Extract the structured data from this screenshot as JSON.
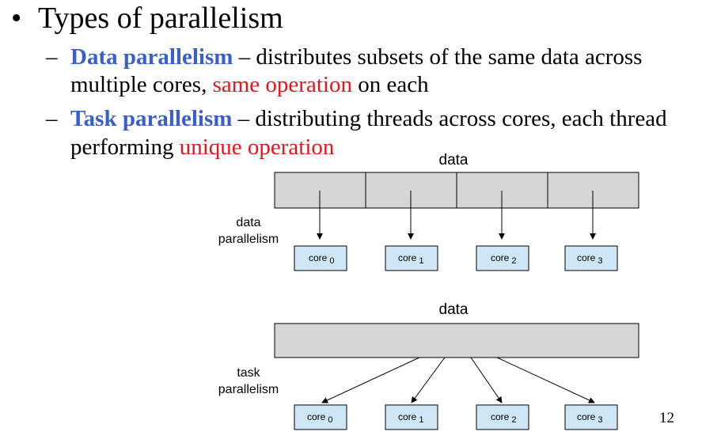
{
  "slide": {
    "bullet_glyph": "•",
    "title": "Types of parallelism",
    "dash_glyph": "–",
    "items": [
      {
        "term": "Data parallelism",
        "line1_rest": " – distributes subsets of the same data across",
        "line2_start": "multiple cores, ",
        "highlight": "same operation",
        "line2_end": " on each"
      },
      {
        "term": "Task parallelism",
        "line1_rest": " – distributing threads across cores, each thread",
        "line2_start": "performing ",
        "highlight": "unique operation",
        "line2_end": ""
      }
    ],
    "page_number": "12"
  },
  "diagram": {
    "data_parallel": {
      "data_label": "data",
      "side_label_line1": "data",
      "side_label_line2": "parallelism",
      "cores": [
        {
          "name": "core",
          "index": "0"
        },
        {
          "name": "core",
          "index": "1"
        },
        {
          "name": "core",
          "index": "2"
        },
        {
          "name": "core",
          "index": "3"
        }
      ]
    },
    "task_parallel": {
      "data_label": "data",
      "side_label_line1": "task",
      "side_label_line2": "parallelism",
      "cores": [
        {
          "name": "core",
          "index": "0"
        },
        {
          "name": "core",
          "index": "1"
        },
        {
          "name": "core",
          "index": "2"
        },
        {
          "name": "core",
          "index": "3"
        }
      ]
    },
    "colors": {
      "data_fill": "#d6d6d6",
      "core_fill": "#cfe6f7",
      "keyword": "#3a5fcd",
      "highlight": "#e8141b"
    }
  }
}
